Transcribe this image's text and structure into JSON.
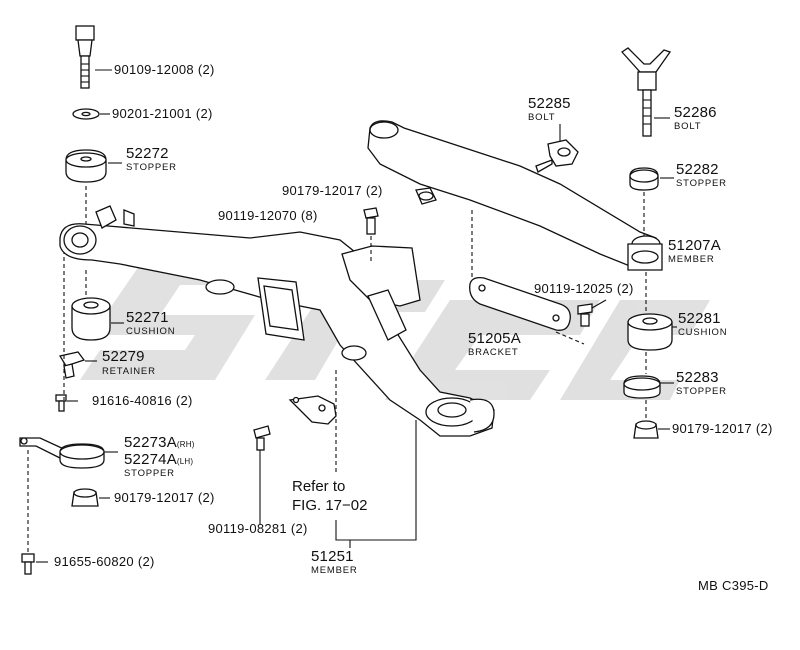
{
  "diagram_code": "MB C395-D",
  "refer": {
    "line1": "Refer to",
    "line2": "FIG. 17−02"
  },
  "parts": {
    "p90109": {
      "num": "90109-12008",
      "qty": "(2)"
    },
    "p90201": {
      "num": "90201-21001",
      "qty": "(2)"
    },
    "p52272": {
      "num": "52272",
      "name": "STOPPER"
    },
    "p52271": {
      "num": "52271",
      "name": "CUSHION"
    },
    "p52279": {
      "num": "52279",
      "name": "RETAINER"
    },
    "p91616": {
      "num": "91616-40816",
      "qty": "(2)"
    },
    "p52273A": {
      "num": "52273A",
      "suffix": "(RH)"
    },
    "p52274A": {
      "num": "52274A",
      "suffix": "(LH)",
      "name": "STOPPER"
    },
    "p90179a": {
      "num": "90179-12017",
      "qty": "(2)"
    },
    "p91655": {
      "num": "91655-60820",
      "qty": "(2)"
    },
    "p90179b": {
      "num": "90179-12017",
      "qty": "(2)"
    },
    "p90119a": {
      "num": "90119-12070",
      "qty": "(8)"
    },
    "p52285": {
      "num": "52285",
      "name": "BOLT"
    },
    "p52286": {
      "num": "52286",
      "name": "BOLT"
    },
    "p52282": {
      "num": "52282",
      "name": "STOPPER"
    },
    "p51207A": {
      "num": "51207A",
      "name": "MEMBER"
    },
    "p90119b": {
      "num": "90119-12025",
      "qty": "(2)"
    },
    "p51205A": {
      "num": "51205A",
      "name": "BRACKET"
    },
    "p52281": {
      "num": "52281",
      "name": "CUSHION"
    },
    "p52283": {
      "num": "52283",
      "name": "STOPPER"
    },
    "p90179c": {
      "num": "90179-12017",
      "qty": "(2)"
    },
    "p90119c": {
      "num": "90119-08281",
      "qty": "(2)"
    },
    "p51251": {
      "num": "51251",
      "name": "MEMBER"
    }
  },
  "icons": {
    "bolt": "bolt-icon",
    "washer": "washer-icon",
    "stopper": "stopper-icon",
    "cushion": "cushion-icon",
    "nut": "nut-icon",
    "wing_bolt": "wing-bolt-icon",
    "frame": "frame-member-icon"
  }
}
